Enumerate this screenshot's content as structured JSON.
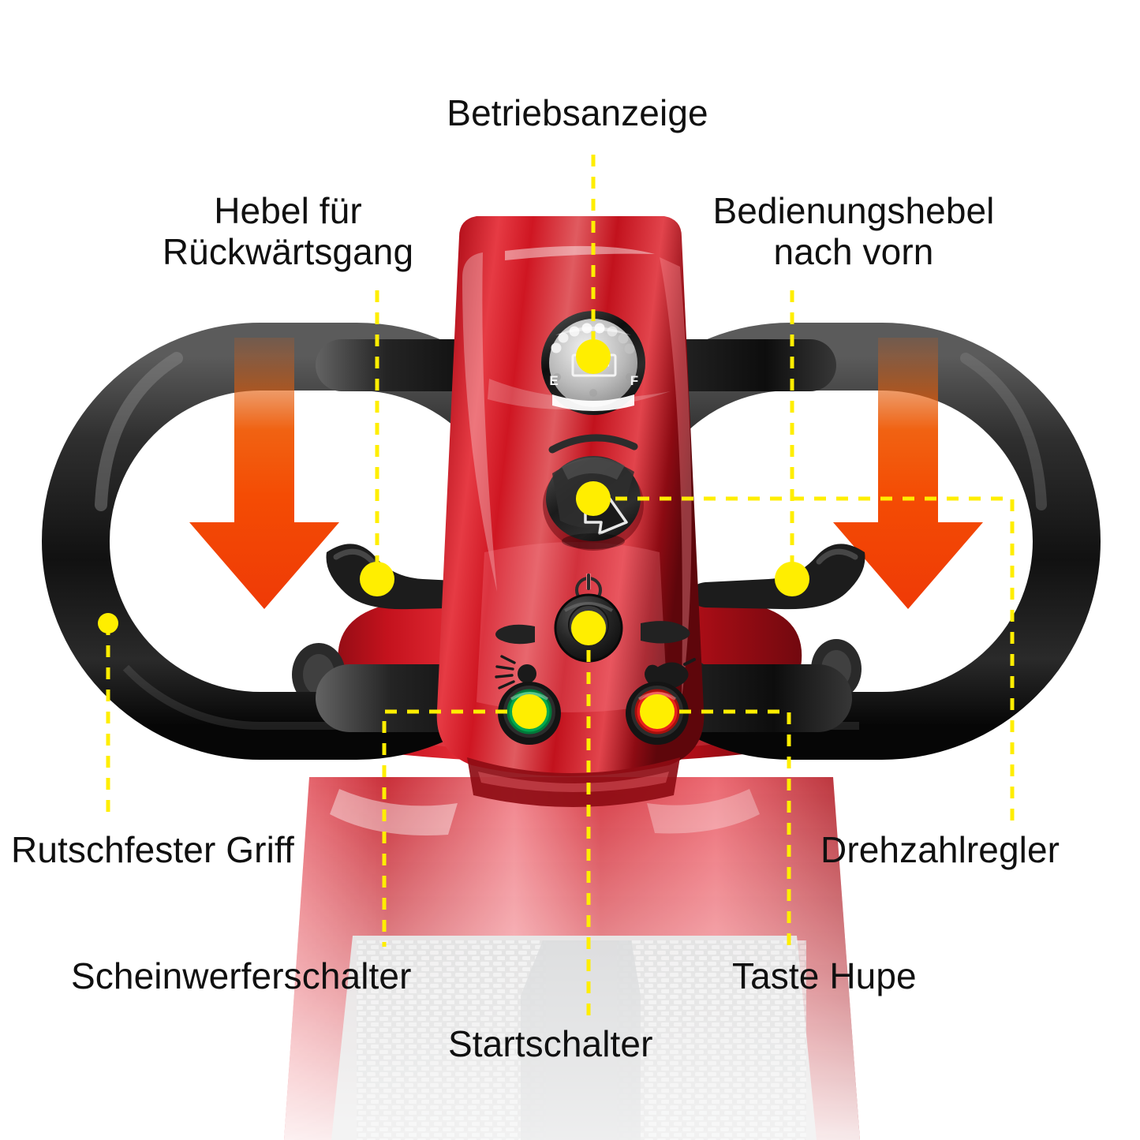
{
  "diagram": {
    "title": "Mobility scooter tiller / control panel annotated diagram",
    "language": "de",
    "background_color": "#ffffff",
    "leader_color": "#ffee00",
    "arrow_color": "#f24405",
    "body_color": "#cc1122"
  },
  "callouts": [
    {
      "id": "betriebsanzeige",
      "label": "Betriebsanzeige",
      "target": "battery-gauge"
    },
    {
      "id": "hebel_rueckwaerts",
      "label": "Hebel für\nRückwärtsgang",
      "target": "left-lever"
    },
    {
      "id": "bedienungshebel",
      "label": "Bedienungshebel\nnach vorn",
      "target": "right-lever"
    },
    {
      "id": "rutschfester_griff",
      "label": "Rutschfester Griff",
      "target": "handlebar-grip"
    },
    {
      "id": "drehzahlregler",
      "label": "Drehzahlregler",
      "target": "speed-dial"
    },
    {
      "id": "scheinwerfer",
      "label": "Scheinwerferschalter",
      "target": "headlight-button"
    },
    {
      "id": "taste_hupe",
      "label": "Taste Hupe",
      "target": "horn-button"
    },
    {
      "id": "startschalter",
      "label": "Startschalter",
      "target": "key-switch"
    }
  ],
  "panel": {
    "gauge": {
      "name": "battery-gauge",
      "low_mark": "E",
      "high_mark": "F",
      "icon": "battery-icon",
      "segments": 11,
      "lit_segments": 6
    },
    "speed_dial": {
      "name": "speed-dial",
      "icon": "arrow-pointer-icon",
      "arc_indicator": true
    },
    "key_switch": {
      "name": "key-switch",
      "icon": "power-icon",
      "symbol": "⏻"
    },
    "buttons": [
      {
        "name": "headlight-button",
        "icon": "headlight-icon",
        "ring_color": "#00a84f",
        "label": ""
      },
      {
        "name": "horn-button",
        "icon": "horn-icon",
        "ring_color": "#e8201c",
        "label": ""
      }
    ]
  },
  "arrows": [
    {
      "name": "push-down-arrow-left",
      "direction": "down",
      "color": "#f24405"
    },
    {
      "name": "push-down-arrow-right",
      "direction": "down",
      "color": "#f24405"
    }
  ]
}
